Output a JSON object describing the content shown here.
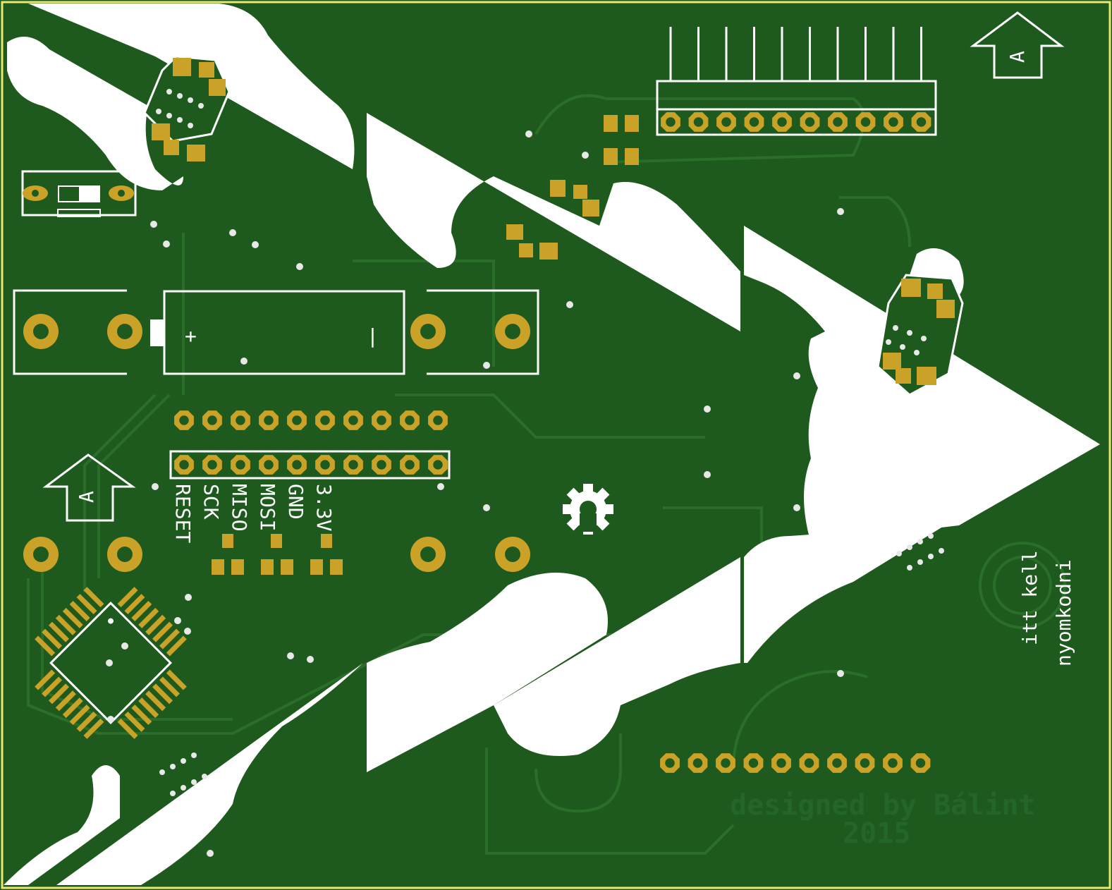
{
  "board": {
    "colors": {
      "substrate": "#1e5a1e",
      "copper": "#2a6e2a",
      "pad": "#c9a227",
      "silkscreen": "#ffffff",
      "cutout": "#ffffff"
    }
  },
  "arrow_markers": [
    {
      "letter": "A"
    },
    {
      "letter": "A"
    }
  ],
  "battery": {
    "plus": "+",
    "minus": "|"
  },
  "header_labels": [
    "RESET",
    "SCK",
    "MISO",
    "MOSI",
    "GND",
    "3.3V"
  ],
  "side_text": {
    "line1": "itt kell",
    "line2": "nyomkodni"
  },
  "credit": {
    "line1": "designed by Bálint",
    "line2": "2015"
  },
  "icons": {
    "logo": "open-hardware-gear-icon"
  }
}
